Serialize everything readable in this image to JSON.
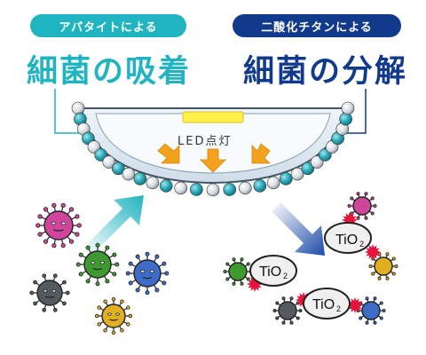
{
  "left_panel": {
    "tag": "アパタイトによる",
    "heading": "細菌の吸着",
    "accent": "#20b3c0"
  },
  "right_panel": {
    "tag": "二酸化チタンによる",
    "heading": "細菌の分解",
    "accent": "#123a8c"
  },
  "lamp": {
    "label": "LED点灯",
    "led_color": "#fff04a",
    "arrow_color": "#f3a21e"
  },
  "photocatalyst": {
    "label": "TiO",
    "subscript": "2"
  },
  "colors": {
    "bead_teal": "#2aa9b8",
    "bead_gray": "#d8dde2",
    "bacteria_pink": "#d0459c",
    "bacteria_green": "#3c9a2e",
    "bacteria_blue": "#3d6bc6",
    "bacteria_dark": "#555a60",
    "bacteria_yellow": "#e0b020",
    "burst_red": "#e8133a"
  }
}
